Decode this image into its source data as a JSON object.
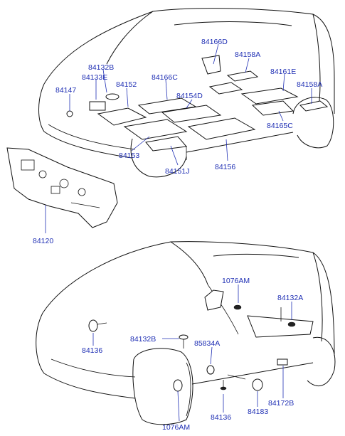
{
  "top_diagram": {
    "labels": {
      "l84166D": "84166D",
      "l84158A_a": "84158A",
      "l84132B": "84132B",
      "l84133E": "84133E",
      "l84147": "84147",
      "l84152": "84152",
      "l84166C": "84166C",
      "l84161E": "84161E",
      "l84158A_b": "84158A",
      "l84154D": "84154D",
      "l84165C": "84165C",
      "l84153": "84153",
      "l84151J": "84151J",
      "l84156": "84156",
      "l84120": "84120"
    }
  },
  "bottom_diagram": {
    "labels": {
      "l1076AM_a": "1076AM",
      "l84132A": "84132A",
      "l84136_a": "84136",
      "l84132B": "84132B",
      "l85834A": "85834A",
      "l84172B": "84172B",
      "l84136_b": "84136",
      "l84183": "84183",
      "l1076AM_b": "1076AM"
    }
  }
}
